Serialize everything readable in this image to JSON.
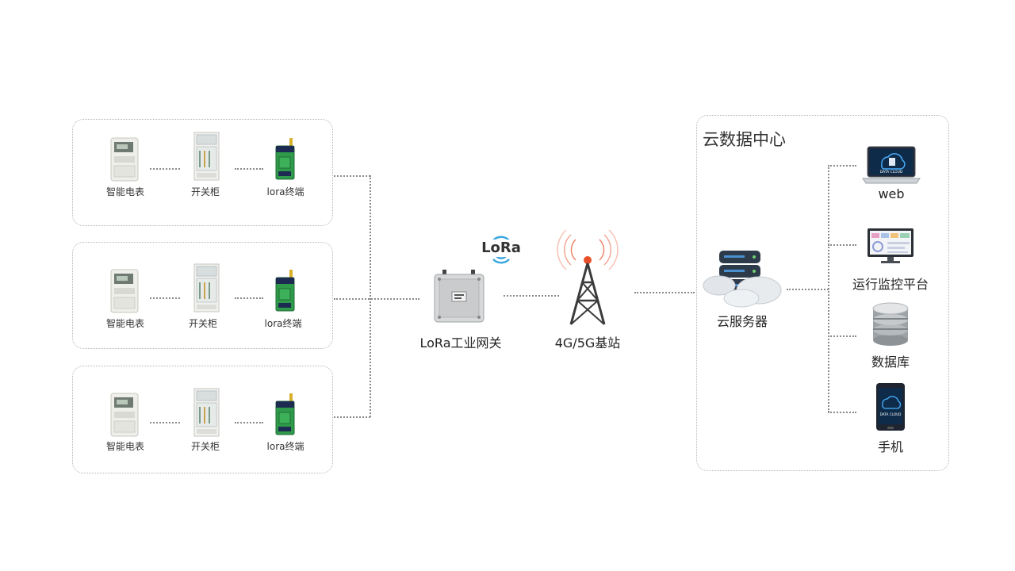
{
  "device_rows": [
    {
      "meter": "智能电表",
      "cabinet": "开关柜",
      "terminal": "lora终端"
    },
    {
      "meter": "智能电表",
      "cabinet": "开关柜",
      "terminal": "lora终端"
    },
    {
      "meter": "智能电表",
      "cabinet": "开关柜",
      "terminal": "lora终端"
    }
  ],
  "gateway": {
    "label": "LoRa工业网关",
    "badge": "LoRa"
  },
  "tower": {
    "label": "4G/5G基站"
  },
  "cloud": {
    "title": "云数据中心",
    "server_label": "云服务器",
    "endpoints": [
      {
        "label": "web",
        "icon": "laptop-icon"
      },
      {
        "label": "运行监控平台",
        "icon": "monitor-icon"
      },
      {
        "label": "数据库",
        "icon": "database-icon"
      },
      {
        "label": "手机",
        "icon": "phone-icon"
      }
    ],
    "screen_text": "DATA CLOUD"
  },
  "colors": {
    "lora_blue": "#3aa8e0",
    "tower_orange": "#e8502a",
    "terminal_green": "#2f9a4a",
    "border": "#b5b5b5"
  }
}
